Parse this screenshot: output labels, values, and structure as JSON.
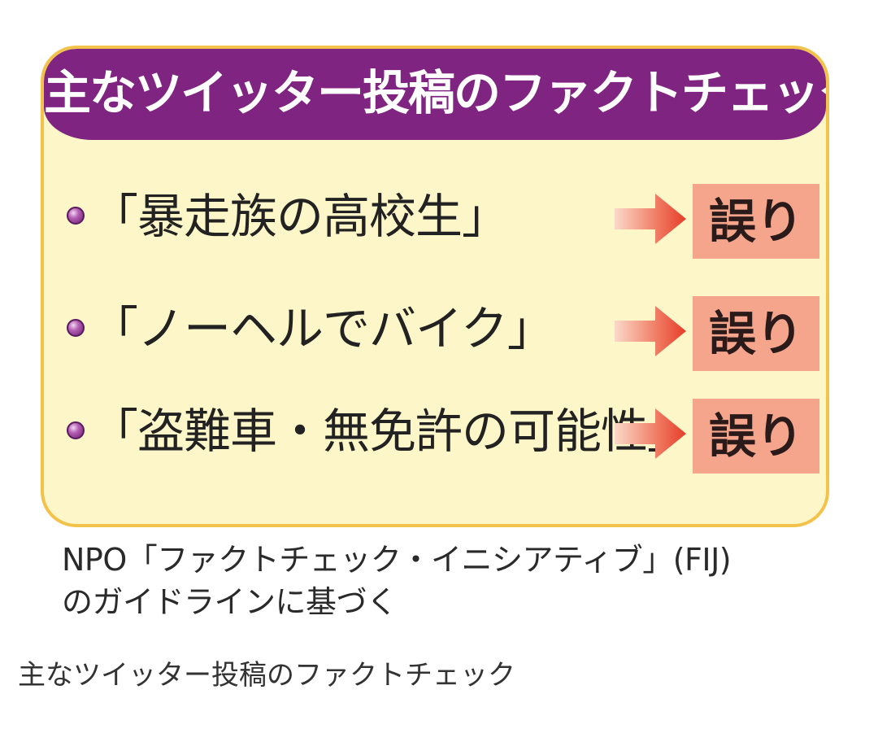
{
  "infographic": {
    "title": "主なツイッター投稿のファクトチェック",
    "claims": [
      {
        "text": "「暴走族の高校生」",
        "verdict": "誤り"
      },
      {
        "text": "「ノーヘルでバイク」",
        "verdict": "誤り"
      },
      {
        "text": "「盗難車・無免許の可能性」",
        "verdict": "誤り"
      }
    ],
    "source_lines": [
      "NPO「ファクトチェック・イニシアティブ」(FIJ)",
      "のガイドラインに基づく"
    ],
    "icons": {
      "bullet": "purple-dot-icon",
      "arrow": "right-arrow-icon"
    },
    "colors": {
      "header_bg": "#7f2581",
      "panel_bg": "#fdf6c8",
      "panel_border": "#f2c24a",
      "verdict_bg": "#f4a58b",
      "arrow": "#ea4a33"
    }
  },
  "caption": "主なツイッター投稿のファクトチェック"
}
